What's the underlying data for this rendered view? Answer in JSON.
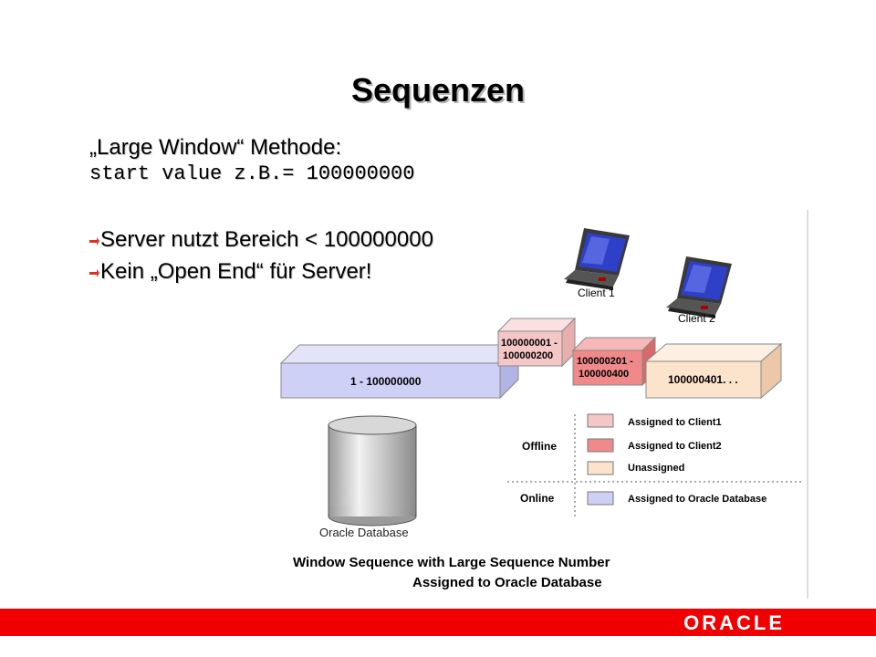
{
  "slide": {
    "title": "Sequenzen",
    "subtitle": "„Large Window“ Methode:",
    "code": "start value z.B.= 100000000",
    "bullets": [
      "Server nutzt Bereich < 100000000",
      "Kein „Open End“ für Server!"
    ]
  },
  "diagram": {
    "clients": [
      "Client 1",
      "Client 2"
    ],
    "blocks": {
      "db_range": "1 - 100000000",
      "client1_range_line1": "100000001 -",
      "client1_range_line2": "100000200",
      "client2_range_line1": "100000201 -",
      "client2_range_line2": "100000400",
      "unassigned_range": "100000401. . ."
    },
    "database_label": "Oracle Database",
    "legend": {
      "offline_label": "Offline",
      "online_label": "Online",
      "items": [
        "Assigned to Client1",
        "Assigned to Client2",
        "Unassigned",
        "Assigned to Oracle Database"
      ]
    },
    "caption_line1": "Window Sequence with Large Sequence Number",
    "caption_line2": "Assigned to Oracle Database",
    "colors": {
      "client1": "#f5c6c6",
      "client2": "#f08a8a",
      "unassigned": "#fbe3cc",
      "database": "#cfd0f5"
    }
  },
  "footer": {
    "logo_text": "ORACLE",
    "bar_color": "#f00000"
  }
}
